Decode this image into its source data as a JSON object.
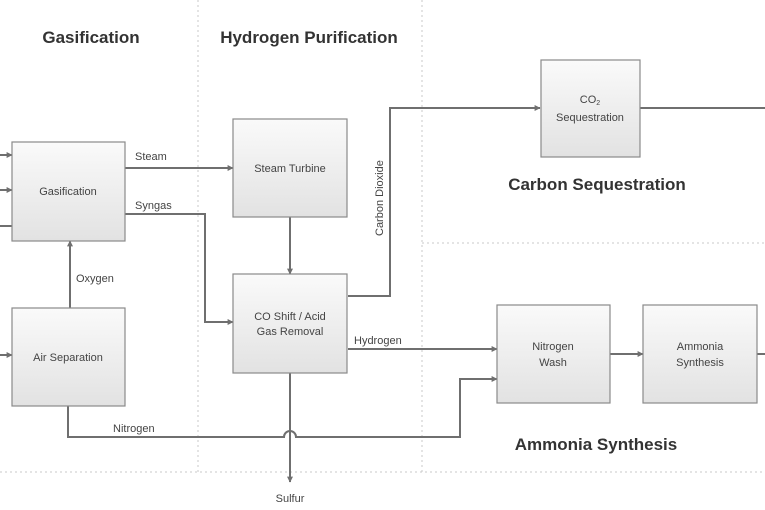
{
  "sections": {
    "gasification": "Gasification",
    "hydrogen_purification": "Hydrogen Purification",
    "carbon_sequestration": "Carbon Sequestration",
    "ammonia_synthesis": "Ammonia Synthesis"
  },
  "boxes": {
    "gasification": [
      "Gasification"
    ],
    "air_separation": [
      "Air Separation"
    ],
    "steam_turbine": [
      "Steam Turbine"
    ],
    "co_shift": [
      "CO Shift / Acid",
      "Gas Removal"
    ],
    "co2_sequestration": [
      "CO",
      "Sequestration"
    ],
    "co2_subscript": "2",
    "nitrogen_wash": [
      "Nitrogen",
      "Wash"
    ],
    "ammonia_synthesis": [
      "Ammonia",
      "Synthesis"
    ]
  },
  "flows": {
    "steam": "Steam",
    "syngas": "Syngas",
    "oxygen": "Oxygen",
    "nitrogen": "Nitrogen",
    "hydrogen": "Hydrogen",
    "carbon_dioxide": "Carbon Dioxide",
    "sulfur": "Sulfur"
  },
  "colors": {
    "box_fill_top": "#fafafa",
    "box_fill_bottom": "#e2e2e2",
    "arrow": "#6f6f6f",
    "divider": "#c9c9c9"
  }
}
